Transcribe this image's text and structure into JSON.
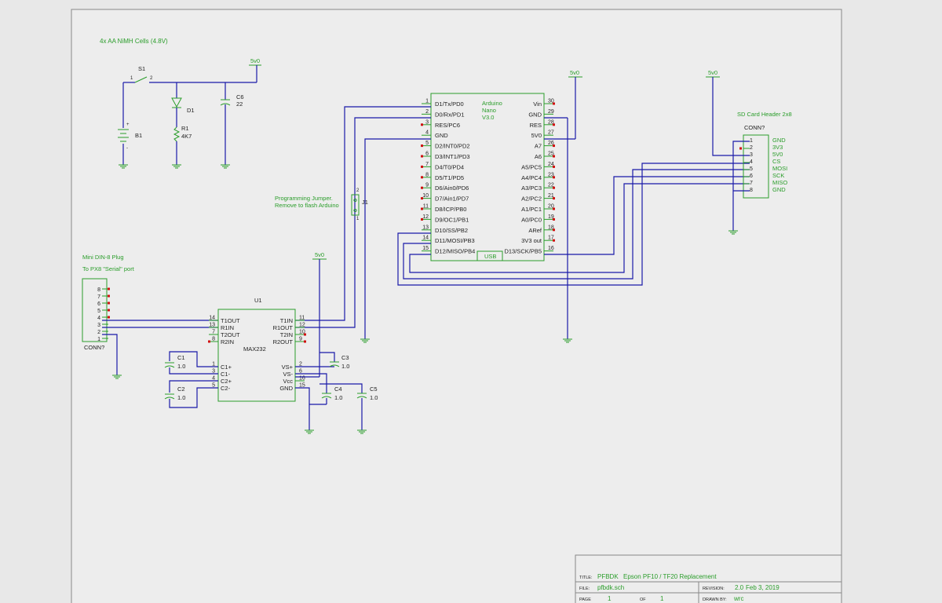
{
  "battery": {
    "note": "4x AA NiMH Cells (4.8V)",
    "switch": "S1",
    "sw_pin1": "1",
    "sw_pin2": "2",
    "led": "D1",
    "res": "R1",
    "res_val": "4K7",
    "cap": "C6",
    "cap_val": "22",
    "batt": "B1",
    "batt_plus": "+",
    "batt_minus": "-",
    "supply": "5v0"
  },
  "arduino": {
    "line1": "Arduino",
    "line2": "Nano",
    "line3": "V3.0",
    "usb": "USB",
    "supply": "5v0",
    "left": [
      {
        "n": "1",
        "l": "D1/Tx/PD0"
      },
      {
        "n": "2",
        "l": "D0/Rx/PD1"
      },
      {
        "n": "3",
        "l": "RES/PC6"
      },
      {
        "n": "4",
        "l": "GND"
      },
      {
        "n": "5",
        "l": "D2/INT0/PD2"
      },
      {
        "n": "6",
        "l": "D3/INT1/PD3"
      },
      {
        "n": "7",
        "l": "D4/T0/PD4"
      },
      {
        "n": "8",
        "l": "D5/T1/PD5"
      },
      {
        "n": "9",
        "l": "D6/Ain0/PD6"
      },
      {
        "n": "10",
        "l": "D7/Ain1/PD7"
      },
      {
        "n": "11",
        "l": "D8/ICP/PB0"
      },
      {
        "n": "12",
        "l": "D9/OC1/PB1"
      },
      {
        "n": "13",
        "l": "D10/SS/PB2"
      },
      {
        "n": "14",
        "l": "D11/MOSI/PB3"
      },
      {
        "n": "15",
        "l": "D12/MISO/PB4"
      }
    ],
    "right": [
      {
        "n": "30",
        "l": "Vin"
      },
      {
        "n": "29",
        "l": "GND"
      },
      {
        "n": "28",
        "l": "RES"
      },
      {
        "n": "27",
        "l": "5V0"
      },
      {
        "n": "26",
        "l": "A7"
      },
      {
        "n": "25",
        "l": "A6"
      },
      {
        "n": "24",
        "l": "A5/PC5"
      },
      {
        "n": "23",
        "l": "A4/PC4"
      },
      {
        "n": "22",
        "l": "A3/PC3"
      },
      {
        "n": "21",
        "l": "A2/PC2"
      },
      {
        "n": "20",
        "l": "A1/PC1"
      },
      {
        "n": "19",
        "l": "A0/PC0"
      },
      {
        "n": "18",
        "l": "ARef"
      },
      {
        "n": "17",
        "l": "3V3 out"
      },
      {
        "n": "16",
        "l": "D13/SCK/PB5"
      }
    ]
  },
  "jumper": {
    "note1": "Programming Jumper.",
    "note2": "Remove to flash Arduino",
    "ref": "J1",
    "p1": "1",
    "p2": "2"
  },
  "sd": {
    "title": "SD Card Header 2x8",
    "ref": "CONN?",
    "supply": "5v0",
    "pins": [
      {
        "n": "1",
        "l": "GND"
      },
      {
        "n": "2",
        "l": "3V3"
      },
      {
        "n": "3",
        "l": "5V0"
      },
      {
        "n": "4",
        "l": "CS"
      },
      {
        "n": "5",
        "l": "MOSI"
      },
      {
        "n": "6",
        "l": "SCK"
      },
      {
        "n": "7",
        "l": "MISO"
      },
      {
        "n": "8",
        "l": "GND"
      }
    ]
  },
  "din": {
    "title": "Mini DIN-8 Plug",
    "subtitle": "To PX8 \"Serial\" port",
    "ref": "CONN?",
    "pins": [
      "8",
      "7",
      "6",
      "5",
      "4",
      "3",
      "2",
      "1"
    ]
  },
  "max232": {
    "ref": "U1",
    "name": "MAX232",
    "supply": "5v0",
    "left": [
      {
        "n": "14",
        "l": "T1OUT"
      },
      {
        "n": "13",
        "l": "R1IN"
      },
      {
        "n": "7",
        "l": "T2OUT"
      },
      {
        "n": "8",
        "l": "R2IN"
      },
      {
        "n": "1",
        "l": "C1+"
      },
      {
        "n": "3",
        "l": "C1-"
      },
      {
        "n": "4",
        "l": "C2+"
      },
      {
        "n": "5",
        "l": "C2-"
      }
    ],
    "right": [
      {
        "n": "11",
        "l": "T1IN"
      },
      {
        "n": "12",
        "l": "R1OUT"
      },
      {
        "n": "10",
        "l": "T2IN"
      },
      {
        "n": "9",
        "l": "R2OUT"
      },
      {
        "n": "2",
        "l": "VS+"
      },
      {
        "n": "6",
        "l": "VS-"
      },
      {
        "n": "16",
        "l": "Vcc"
      },
      {
        "n": "15",
        "l": "GND"
      }
    ]
  },
  "caps": [
    {
      "ref": "C1",
      "val": "1.0"
    },
    {
      "ref": "C2",
      "val": "1.0"
    },
    {
      "ref": "C3",
      "val": "1.0"
    },
    {
      "ref": "C4",
      "val": "1.0"
    },
    {
      "ref": "C5",
      "val": "1.0"
    }
  ],
  "titleblock": {
    "title_label": "TITLE:",
    "title_short": "PFBDK",
    "title_long": "Epson PF10 / TF20 Replacement",
    "file_label": "FILE:",
    "file": "pfbdk.sch",
    "rev_label": "REVISION:",
    "rev": "2.0",
    "date": "Feb 3, 2019",
    "page_label": "PAGE",
    "page": "1",
    "of_label": "OF",
    "of": "1",
    "drawn_label": "DRAWN BY:",
    "drawn": "wrc"
  }
}
